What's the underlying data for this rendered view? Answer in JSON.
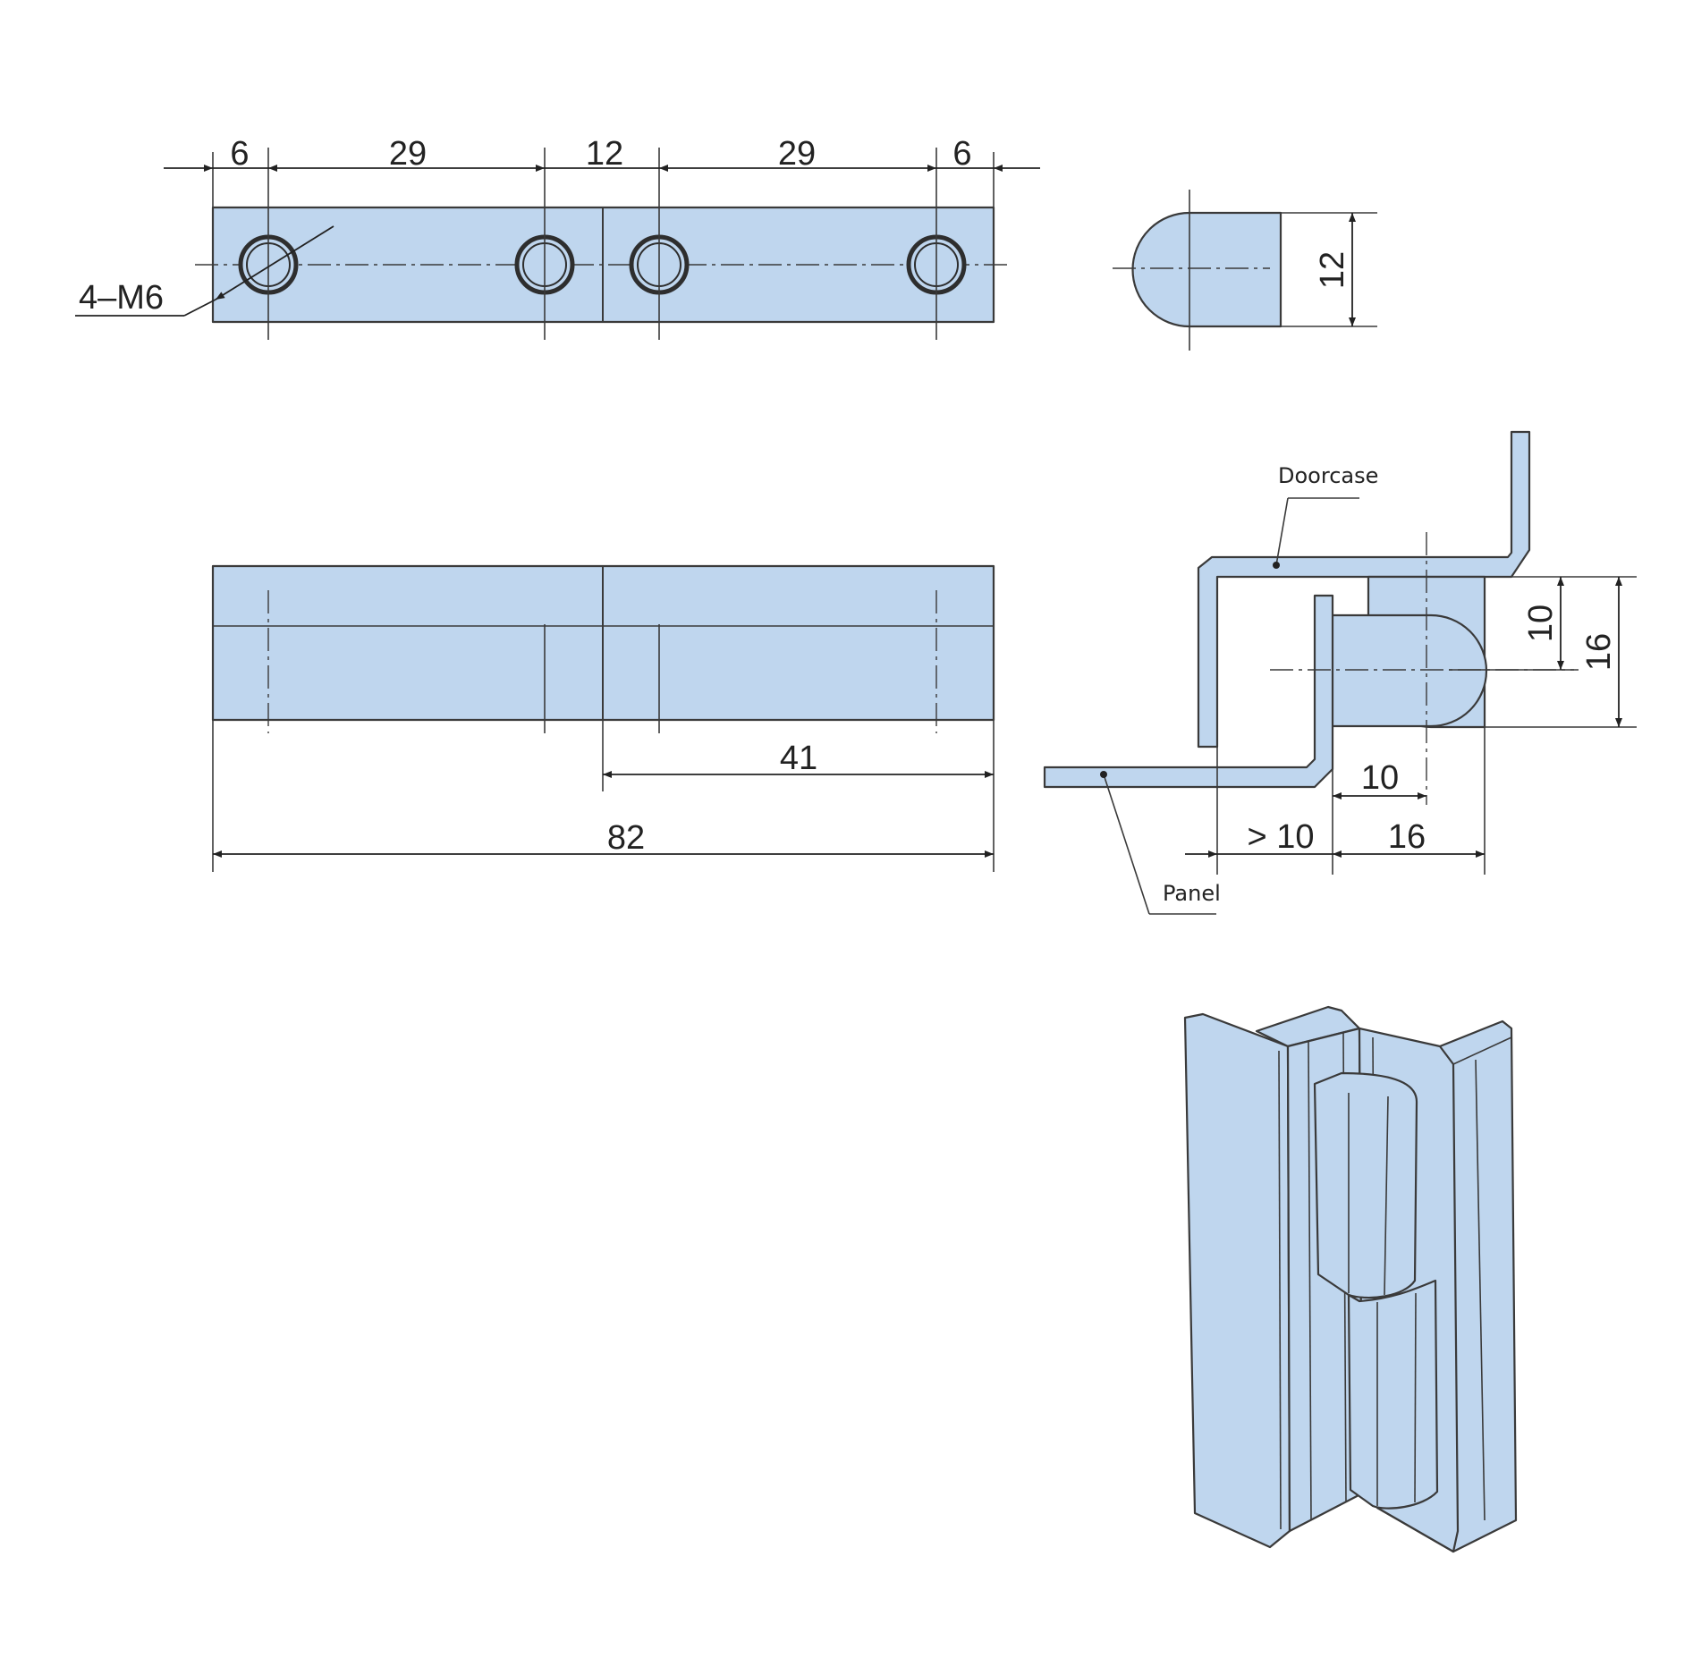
{
  "dimensions": {
    "top_view": {
      "end_left": "6",
      "span_left": "29",
      "middle": "12",
      "span_right": "29",
      "end_right": "6",
      "holes": "4–M6"
    },
    "end_view": {
      "height": "12"
    },
    "front_view": {
      "half_length": "41",
      "total_length": "82"
    },
    "section_view": {
      "pin_offset": "10",
      "pin_height": "16",
      "pin_depth": "10",
      "clearance": "> 10",
      "leaf_width": "16"
    }
  },
  "callouts": {
    "doorcase": "Doorcase",
    "panel": "Panel"
  },
  "colors": {
    "part_fill": "#bfd6ee",
    "line": "#3a3a3a"
  }
}
